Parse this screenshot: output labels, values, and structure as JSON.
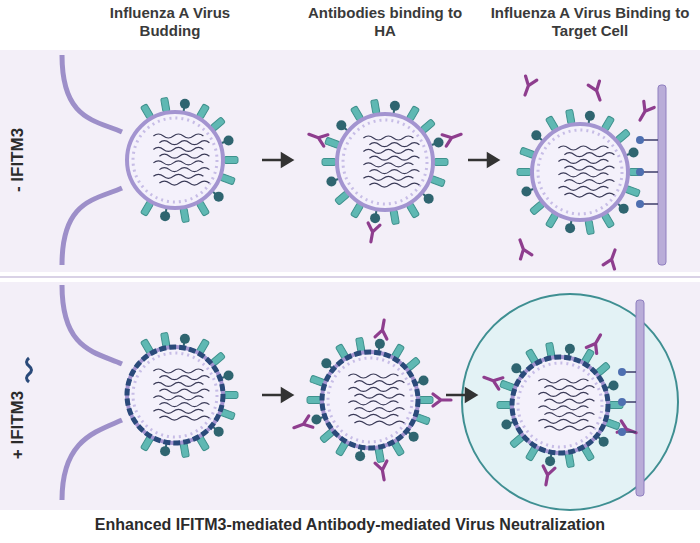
{
  "diagram": {
    "caption": "Enhanced IFITM3-mediated Antibody-mediated Virus Neutralization",
    "labels": [
      "Influenza A Virus Budding",
      "Antibodies binding to HA",
      "Influenza A Virus Binding to Target Cell",
      "- IFITM3",
      "+ IFITM3"
    ]
  }
}
